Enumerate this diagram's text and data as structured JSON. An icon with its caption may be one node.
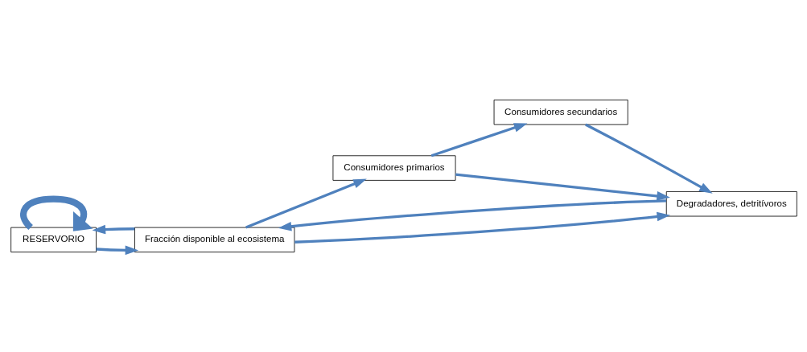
{
  "diagram": {
    "nodes": [
      {
        "text": [
          "RESERVORIO"
        ]
      },
      {
        "text": [
          "Fracción disponible al ecosistema"
        ]
      },
      {
        "text": [
          "Consumidores primarios"
        ]
      },
      {
        "text": [
          "Consumidores secundarios"
        ]
      },
      {
        "text": [
          "Degradadores, detritívoros"
        ]
      }
    ],
    "edges": [
      {
        "from": 0,
        "to": 0,
        "arrow": "to",
        "style": "thick"
      },
      {
        "from": 0,
        "to": 1,
        "arrow": "to"
      },
      {
        "from": 1,
        "to": 0,
        "arrow": "to"
      },
      {
        "from": 1,
        "to": 2,
        "arrow": "to"
      },
      {
        "from": 2,
        "to": 3,
        "arrow": "to"
      },
      {
        "from": 1,
        "to": 4,
        "arrow": "to"
      },
      {
        "from": 2,
        "to": 4,
        "arrow": "to"
      },
      {
        "from": 3,
        "to": 4,
        "arrow": "to"
      },
      {
        "from": 4,
        "to": 1,
        "arrow": "to"
      }
    ]
  }
}
